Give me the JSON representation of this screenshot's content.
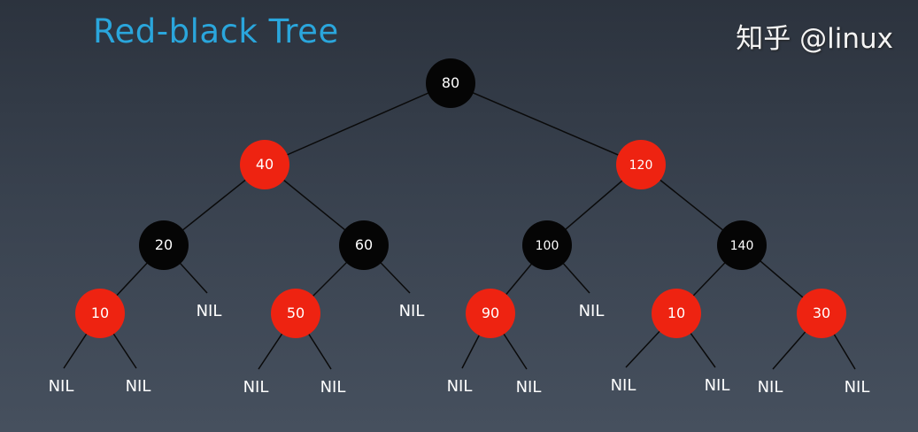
{
  "title": "Red-black Tree",
  "colors": {
    "red": "#ee2311",
    "black": "#050505",
    "edge": "#0a0a0a",
    "title": "#2aa6dc",
    "nil_text": "#ffffff"
  },
  "nil_label": "NIL",
  "nodes": [
    {
      "value": "80",
      "color": "black",
      "parent": null
    },
    {
      "value": "40",
      "color": "red",
      "parent": 0
    },
    {
      "value": "120",
      "color": "red",
      "parent": 0
    },
    {
      "value": "20",
      "color": "black",
      "parent": 1
    },
    {
      "value": "60",
      "color": "black",
      "parent": 1
    },
    {
      "value": "100",
      "color": "black",
      "parent": 2
    },
    {
      "value": "140",
      "color": "black",
      "parent": 2
    },
    {
      "value": "10",
      "color": "red",
      "parent": 3
    },
    {
      "value": "50",
      "color": "red",
      "parent": 4
    },
    {
      "value": "90",
      "color": "red",
      "parent": 5
    },
    {
      "value": "10",
      "color": "red",
      "parent": 6
    },
    {
      "value": "30",
      "color": "red",
      "parent": 6
    }
  ],
  "nil_parents": [
    3,
    4,
    5,
    7,
    7,
    8,
    8,
    9,
    9,
    10,
    10,
    11,
    11
  ],
  "watermark": "知乎 @linux"
}
